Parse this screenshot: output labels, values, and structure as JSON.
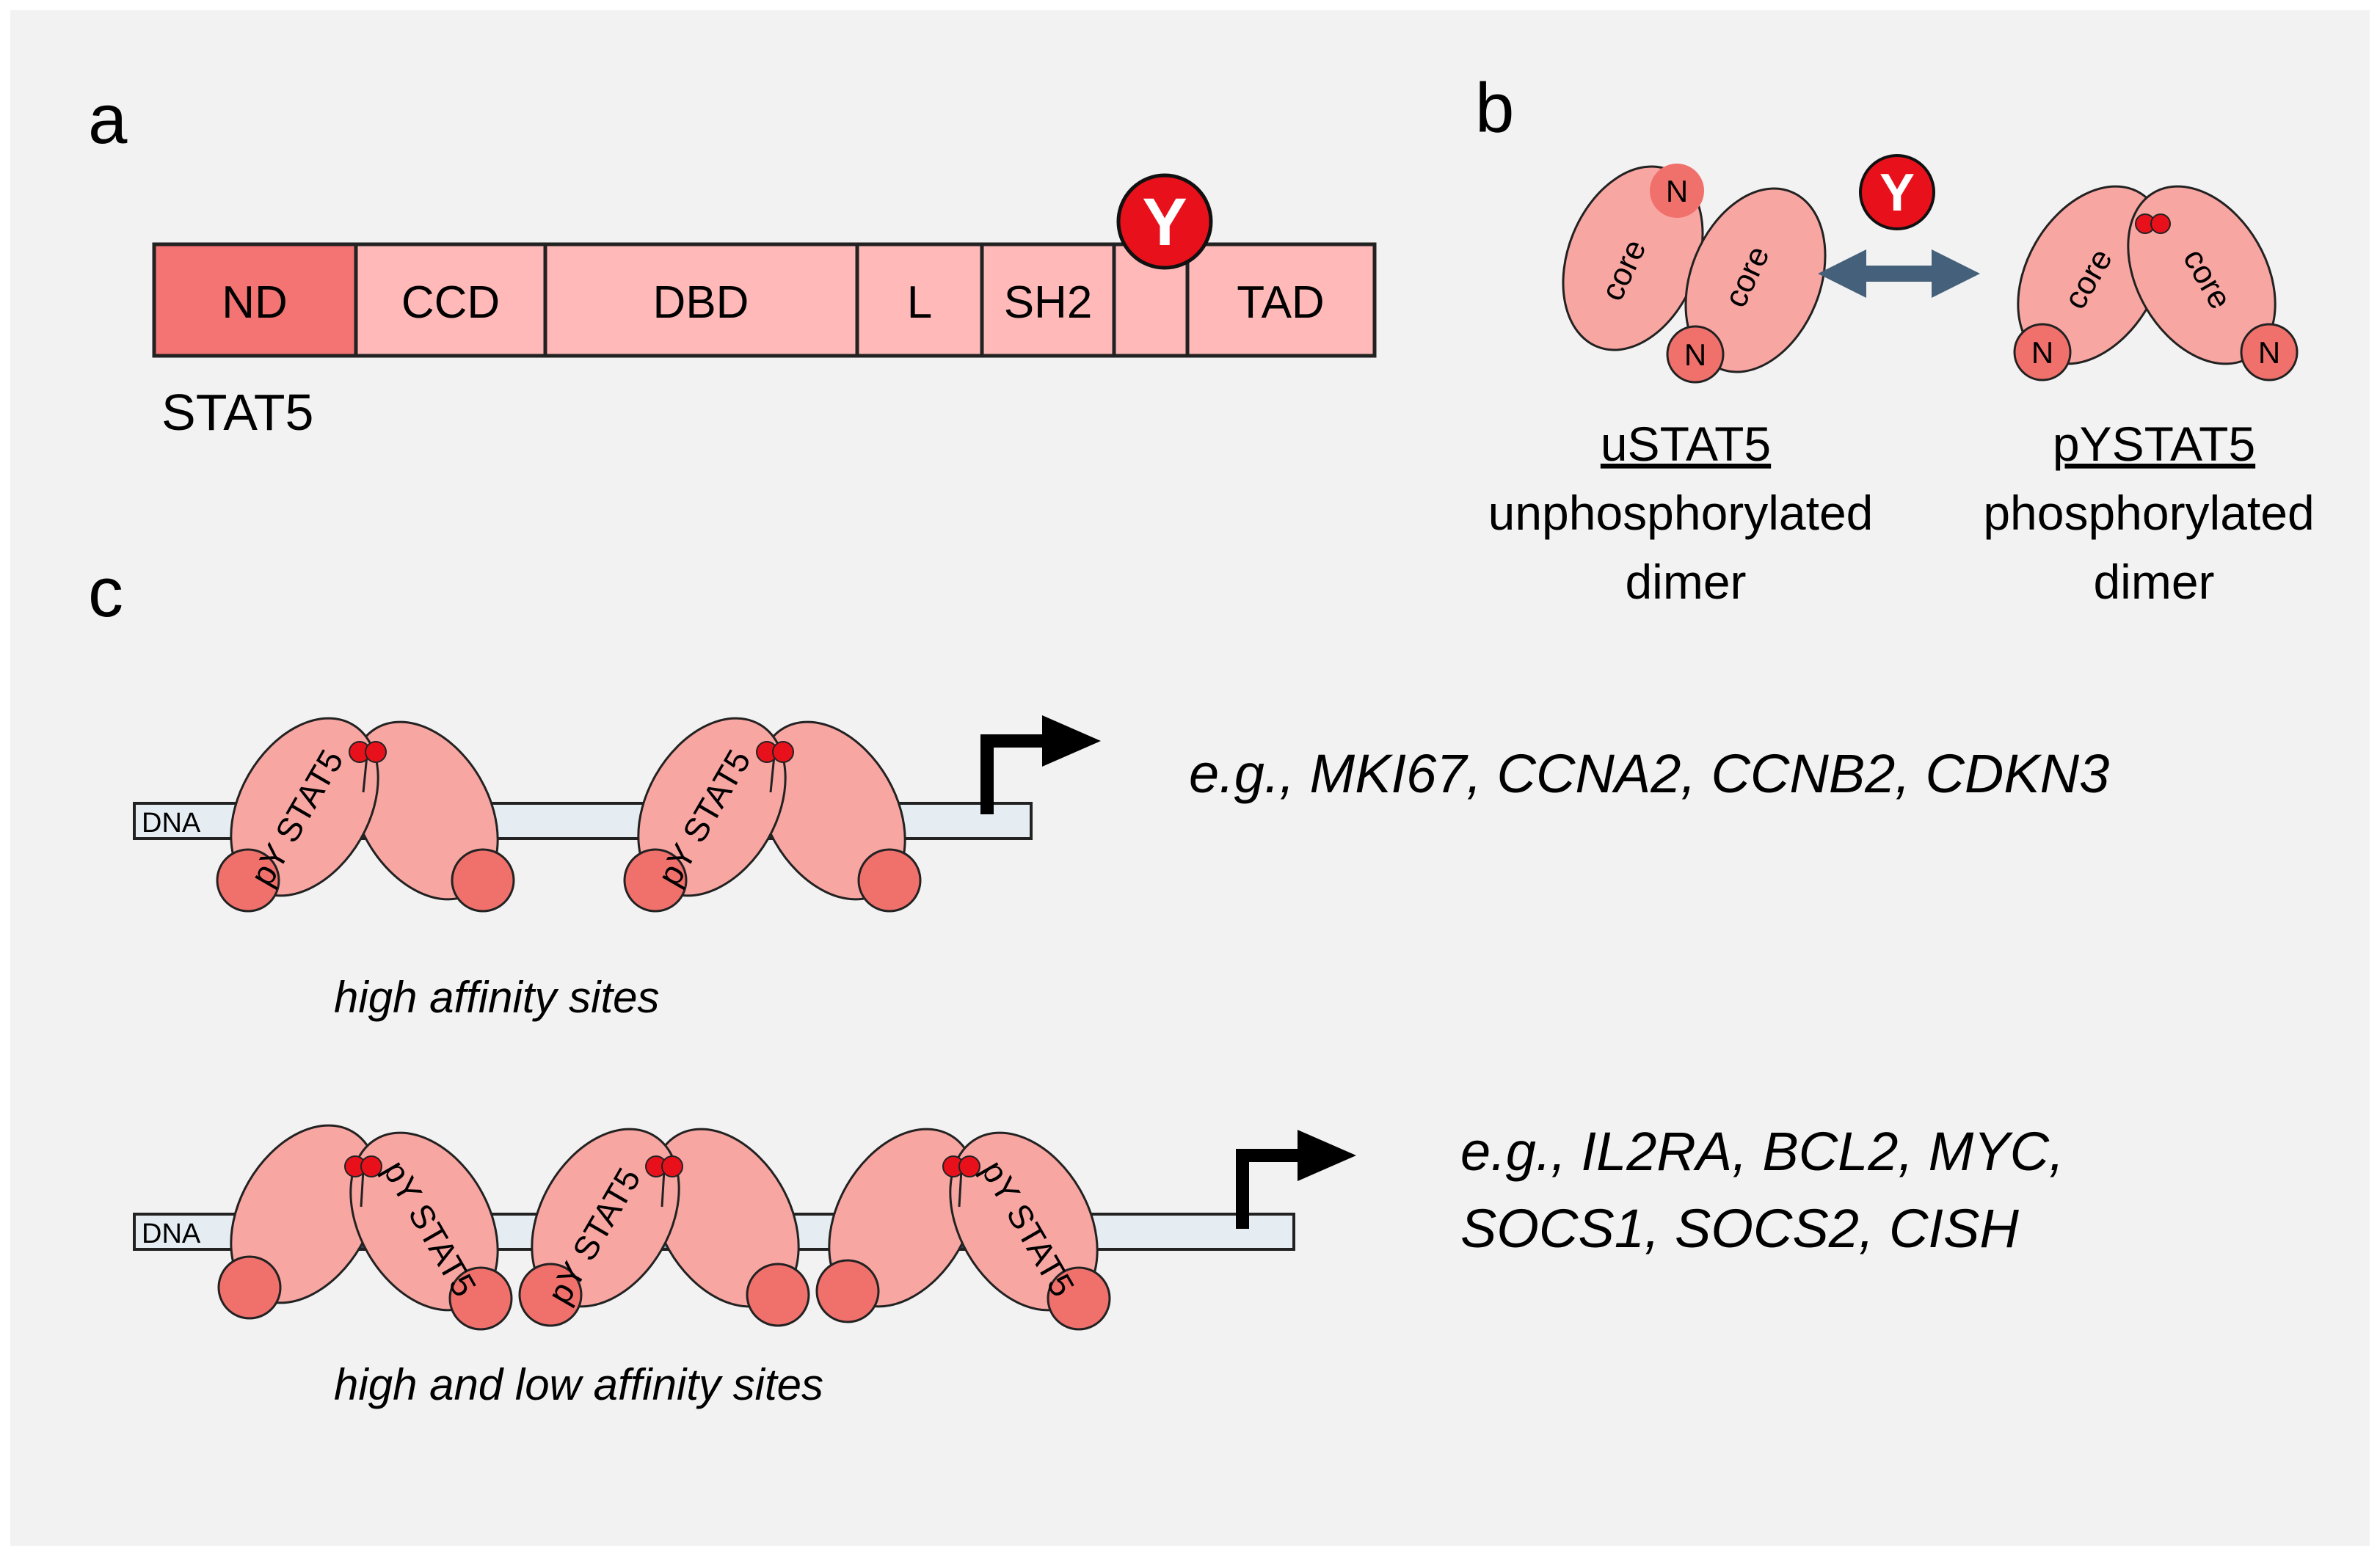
{
  "colors": {
    "background": "#f2f2f2",
    "frame": "#ffffff",
    "domain_fill": "#ffb9b9",
    "nd_fill": "#f47373",
    "protein_body": "#f8a6a2",
    "n_domain": "#f0706b",
    "phospho_red": "#e8111b",
    "dna_fill": "#e6edf2",
    "high_affinity_site": "#33485e",
    "low_affinity_site": "#7f9fb7",
    "arrow_blue": "#44607a"
  },
  "panel_a": {
    "label": "a",
    "domains": [
      "ND",
      "CCD",
      "DBD",
      "L",
      "SH2",
      "",
      "TAD"
    ],
    "protein_name": "STAT5",
    "phospho_residue": "Y"
  },
  "panel_b": {
    "label": "b",
    "phospho_residue": "Y",
    "core_label": "core",
    "n_label": "N",
    "left_title": "uSTAT5",
    "left_line1": "unphosphorylated",
    "left_line2": "dimer",
    "right_title": "pYSTAT5",
    "right_line1": "phosphorylated",
    "right_line2": "dimer"
  },
  "panel_c": {
    "label": "c",
    "dna_label": "DNA",
    "protein_label": "pY STAT5",
    "row1_genes": "e.g., MKI67, CCNA2, CCNB2, CDKN3",
    "row1_caption": "high affinity sites",
    "row2_genes_line1": "e.g., IL2RA, BCL2, MYC,",
    "row2_genes_line2": "SOCS1, SOCS2, CISH",
    "row2_caption": "high and low affinity sites"
  }
}
